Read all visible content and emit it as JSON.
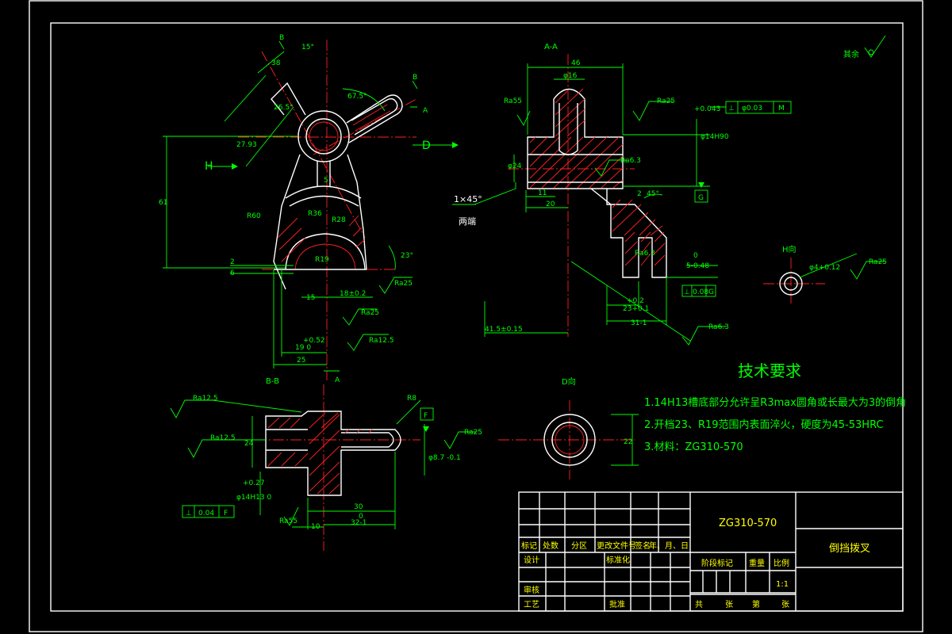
{
  "views": {
    "section_aa": "A-A",
    "section_bb": "B-B",
    "view_h": "H向",
    "view_d": "D向",
    "arrow_h": "H",
    "arrow_d": "D",
    "cut_a": "A",
    "cut_b": "B"
  },
  "main_view_dims": [
    "15°",
    "38",
    "26.5°",
    "67.5°",
    "27.93",
    "61",
    "R60",
    "R36",
    "R28",
    "R19",
    "23°",
    "5",
    "2",
    "6",
    "15",
    "18±0.2",
    "+0.52",
    "19 0",
    "25"
  ],
  "section_aa_dims": [
    "46",
    "φ16",
    "φ24",
    "11",
    "20",
    "2",
    "45°",
    "+0.2",
    "23+0.1",
    "31-1",
    "41.5±0.15",
    "0",
    "5-0.48",
    "φ14H90",
    "+0.043"
  ],
  "section_bb_dims": [
    "24",
    "+0.27",
    "φ14H13 0",
    "30",
    "0",
    "32-1",
    "10",
    "R8",
    "φ8.7 -0.1"
  ],
  "view_d_dims": [
    "22"
  ],
  "view_h_dims": [
    "φ4+0.12"
  ],
  "chamfer_note": "1×45°",
  "chamfer_ends": "两端",
  "roughness": {
    "ra25": "Ra25",
    "ra125": "Ra12.5",
    "ra63": "Ra6.3",
    "ra55": "Ra55",
    "rest": "其余"
  },
  "datums": {
    "g": "G",
    "f": "F"
  },
  "tolerance_frames": [
    [
      "⊥",
      "φ0.03",
      "M"
    ],
    [
      "⊥",
      "0.08",
      "G"
    ],
    [
      "⊥",
      "0.04",
      "F"
    ]
  ],
  "technical_requirements": {
    "title": "技术要求",
    "items": [
      "1.14H13槽底部分允许呈R3max圆角或长最大为3的倒角",
      "2.开档23、R19范围内表面淬火，硬度为45-53HRC",
      "3.材料：ZG310-570"
    ]
  },
  "title_block": {
    "material": "ZG310-570",
    "part_name": "倒挡拨叉",
    "labels_row": [
      "标记",
      "处数",
      "分区",
      "更改文件号",
      "签名",
      "年、月、日"
    ],
    "design": "设计",
    "standardize": "标准化",
    "review": "审核",
    "process": "工艺",
    "approve": "批准",
    "stage_mark": "阶段标记",
    "weight": "重量",
    "scale": "比例",
    "scale_value": "1:1",
    "sheets_total": "共",
    "sheet_word": "张",
    "sheet_no": "第",
    "sheet_word2": "张"
  }
}
